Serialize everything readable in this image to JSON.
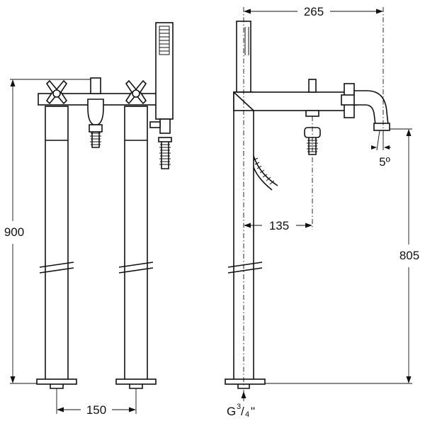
{
  "dimensions": {
    "overall_height": "900",
    "spout_height": "805",
    "spout_reach": "265",
    "inlet_offset": "135",
    "valve_spacing": "150",
    "spout_angle": "5º"
  },
  "connection": {
    "thread_prefix": "G",
    "thread_num": "3",
    "thread_den": "4",
    "thread_unit": "\""
  }
}
